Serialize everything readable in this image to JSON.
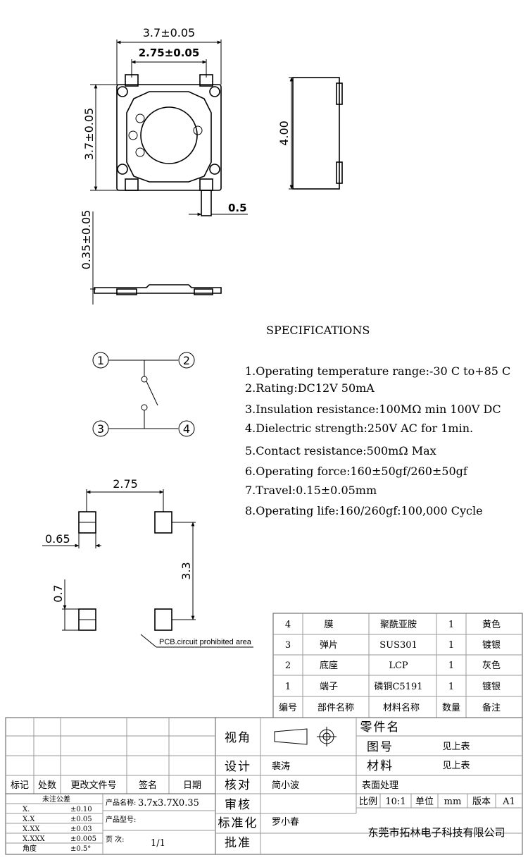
{
  "top_view": {
    "dim_width_outer": "3.7±0.05",
    "dim_width_inner": "2.75±0.05",
    "dim_height": "3.7±0.05"
  },
  "side_view": {
    "dim_height": "4.00"
  },
  "terminal": {
    "dim_width": "0.5"
  },
  "profile": {
    "dim_thickness": "0.35±0.05"
  },
  "specifications": {
    "heading": "SPECIFICATIONS",
    "items": [
      "1.Operating temperature range:-30 C to+85 C",
      "2.Rating:DC12V 50mA",
      "3.Insulation resistance:100MΩ min 100V DC",
      "4.Dielectric strength:250V AC for 1min.",
      "5.Contact resistance:500mΩ Max",
      "6.Operating force:160±50gf/260±50gf",
      "7.Travel:0.15±0.05mm",
      "8.Operating life:160/260gf:100,000 Cycle"
    ]
  },
  "schematic": {
    "terminals": [
      "1",
      "2",
      "3",
      "4"
    ]
  },
  "pcb_layout": {
    "dim_pitch_x": "2.75",
    "dim_pitch_y": "3.3",
    "dim_pad_w": "0.65",
    "dim_pad_h": "0.7",
    "note": "PCB.circuit prohibited area"
  },
  "parts_table": {
    "rows": [
      [
        "4",
        "膜",
        "聚酰亚胺",
        "1",
        "黄色"
      ],
      [
        "3",
        "弹片",
        "SUS301",
        "1",
        "镀银"
      ],
      [
        "2",
        "底座",
        "LCP",
        "1",
        "灰色"
      ],
      [
        "1",
        "端子",
        "磷铜C5191",
        "1",
        "镀银"
      ]
    ],
    "header": [
      "编号",
      "部件名称",
      "材料名称",
      "数量",
      "备注"
    ]
  },
  "title_block": {
    "view_angle": "视角",
    "part_name_label": "零件名",
    "drawing_no_label": "图号",
    "drawing_no_value": "见上表",
    "material_label": "材料",
    "material_value": "见上表",
    "surface_label": "表面处理",
    "design_label": "设计",
    "design_value": "裴涛",
    "check_label": "核对",
    "check_value": "简小波",
    "review_label": "审核",
    "std_label": "标准化",
    "std_value": "罗小春",
    "approve_label": "批准",
    "rev_headers": [
      "标记",
      "处数",
      "更改文件号",
      "签名",
      "日期"
    ],
    "tolerance_title": "未注公差",
    "tolerances": [
      [
        "X.",
        "±0.10"
      ],
      [
        "X.X",
        "±0.05"
      ],
      [
        "X.XX",
        "±0.03"
      ],
      [
        "X.XXX",
        "±0.005"
      ],
      [
        "角度",
        "±0.5°"
      ]
    ],
    "product_name_label": "产品名称:",
    "product_name_value": "3.7x3.7X0.35",
    "product_model_label": "产品型号:",
    "page_label": "页  次:",
    "page_value": "1/1",
    "scale_label": "比例",
    "scale_value": "10:1",
    "unit_label": "单位",
    "unit_value": "mm",
    "version_label": "版本",
    "version_value": "A1",
    "company": "东莞市拓林电子科技有限公司"
  }
}
